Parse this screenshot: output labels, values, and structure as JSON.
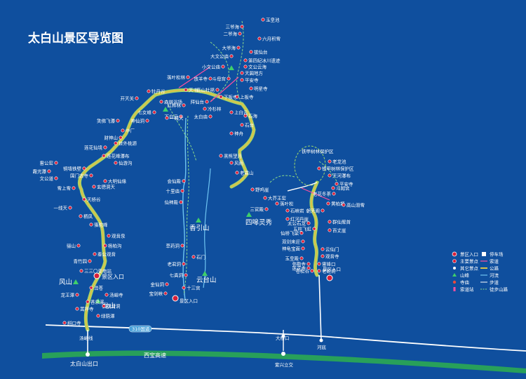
{
  "title": "太白山景区导览图",
  "colors": {
    "background": "#0f4f9e",
    "road_yellow": "#d9c24a",
    "road_green": "#9ed86b",
    "river": "#6ec4f2",
    "cable": "#ff4fa0",
    "trail": "#89d98a",
    "poi": "#d8203a",
    "highway_band": "#28a05a"
  },
  "regions": {
    "fengshan": "风山",
    "longshan": "龙山",
    "xiangyinshan": "香引山",
    "yuntaishan": "云台山",
    "simoling": "四嗥灵秀",
    "tiebian": "铁甲树林保护区"
  },
  "labels": {
    "north_top": [
      "玉皇池",
      "三爷海",
      "二爷海",
      "六月积雪",
      "大爷海",
      "拔仙台",
      "大文公庙",
      "第四纪冰川遗迹",
      "文公云海",
      "小文公庙",
      "天圆地方",
      "斗母宫",
      "平安寺",
      "放羊寺",
      "明星寺",
      "高山杜鹃",
      "落叶松林",
      "拜仙台",
      "下板寺",
      "上板寺",
      "红桦林",
      "冷杉林",
      "石海",
      "太白庙",
      "上白云",
      "下白云",
      "牡丹谷",
      "开天关",
      "森林浴场",
      "七女峰",
      "一线天",
      "神仙洞",
      "天书",
      "石台",
      "神舟"
    ],
    "west": [
      "笑佛飞瀑",
      "中厂",
      "财神山",
      "世外桃源",
      "莲花仙境",
      "莲花峰瀑布",
      "铜墙铁壁",
      "仙游沟",
      "国门古寺",
      "大明仙缘",
      "玄德洞天",
      "雪上雪",
      "雷公窑",
      "霞光瀑",
      "文公道",
      "天桥谷",
      "一线天",
      "栖凤",
      "骆驼峰",
      "观音泉",
      "骊山",
      "杨柏沟",
      "秦公观音",
      "青竹园",
      "三三〇变电站",
      "浩苍",
      "龙王潭",
      "香泉溪",
      "蒿坪寺",
      "汤峪寺",
      "观音洞",
      "斜口寺",
      "绿荫潭"
    ],
    "center": [
      "黑熊望月",
      "风雨",
      "老君山",
      "会仙殿",
      "十里庙",
      "仙神殿",
      "草药洞",
      "石门",
      "老君洞",
      "七真洞",
      "金仙洞",
      "宝剑峡",
      "十三宫"
    ],
    "east": [
      "野鸡崖",
      "大芥王窑",
      "落叶松",
      "石峡岩",
      "三官殿",
      "红河丹崖",
      "斗姆宫",
      "老花冬茶",
      "黄柏塬",
      "朝天阁",
      "太公石龙",
      "仙桥飞梁",
      "双剑来迎",
      "神龟宝面",
      "群仙聚首",
      "百丈崖",
      "五柱飞虹",
      "云仙门",
      "观音寺",
      "玉皇殿",
      "雷锋口",
      "弥勒寺",
      "老蛇洞",
      "苍松谷",
      "莲花寺",
      "高山滑雪",
      "铁甲树林保护区",
      "天河瀑布",
      "平安寺",
      "老龙池"
    ],
    "gates": {
      "west_gate": "景区入口",
      "center_gate": "景区入口",
      "east_gate": "景区入口",
      "exit": "太白山出口"
    },
    "roads": {
      "road_310": "310国道",
      "highway": "西宝高速",
      "tangyu": "汤峪线",
      "daqiao": "大桥口",
      "hedi": "河底",
      "zixing": "紫兴立交"
    }
  },
  "legend": {
    "items": [
      {
        "symbol": "gate",
        "label": "景区入口"
      },
      {
        "symbol": "parking",
        "label": "停车场"
      },
      {
        "symbol": "main",
        "label": "主要景点"
      },
      {
        "symbol": "cable",
        "label": "索道"
      },
      {
        "symbol": "other",
        "label": "其它景点"
      },
      {
        "symbol": "road",
        "label": "公路"
      },
      {
        "symbol": "mountain",
        "label": "山峰"
      },
      {
        "symbol": "river",
        "label": "河流"
      },
      {
        "symbol": "temple",
        "label": "寺庙"
      },
      {
        "symbol": "shortcut",
        "label": "步道"
      },
      {
        "symbol": "cablestation",
        "label": "索道站"
      },
      {
        "symbol": "trail",
        "label": "徒步山路"
      }
    ]
  }
}
